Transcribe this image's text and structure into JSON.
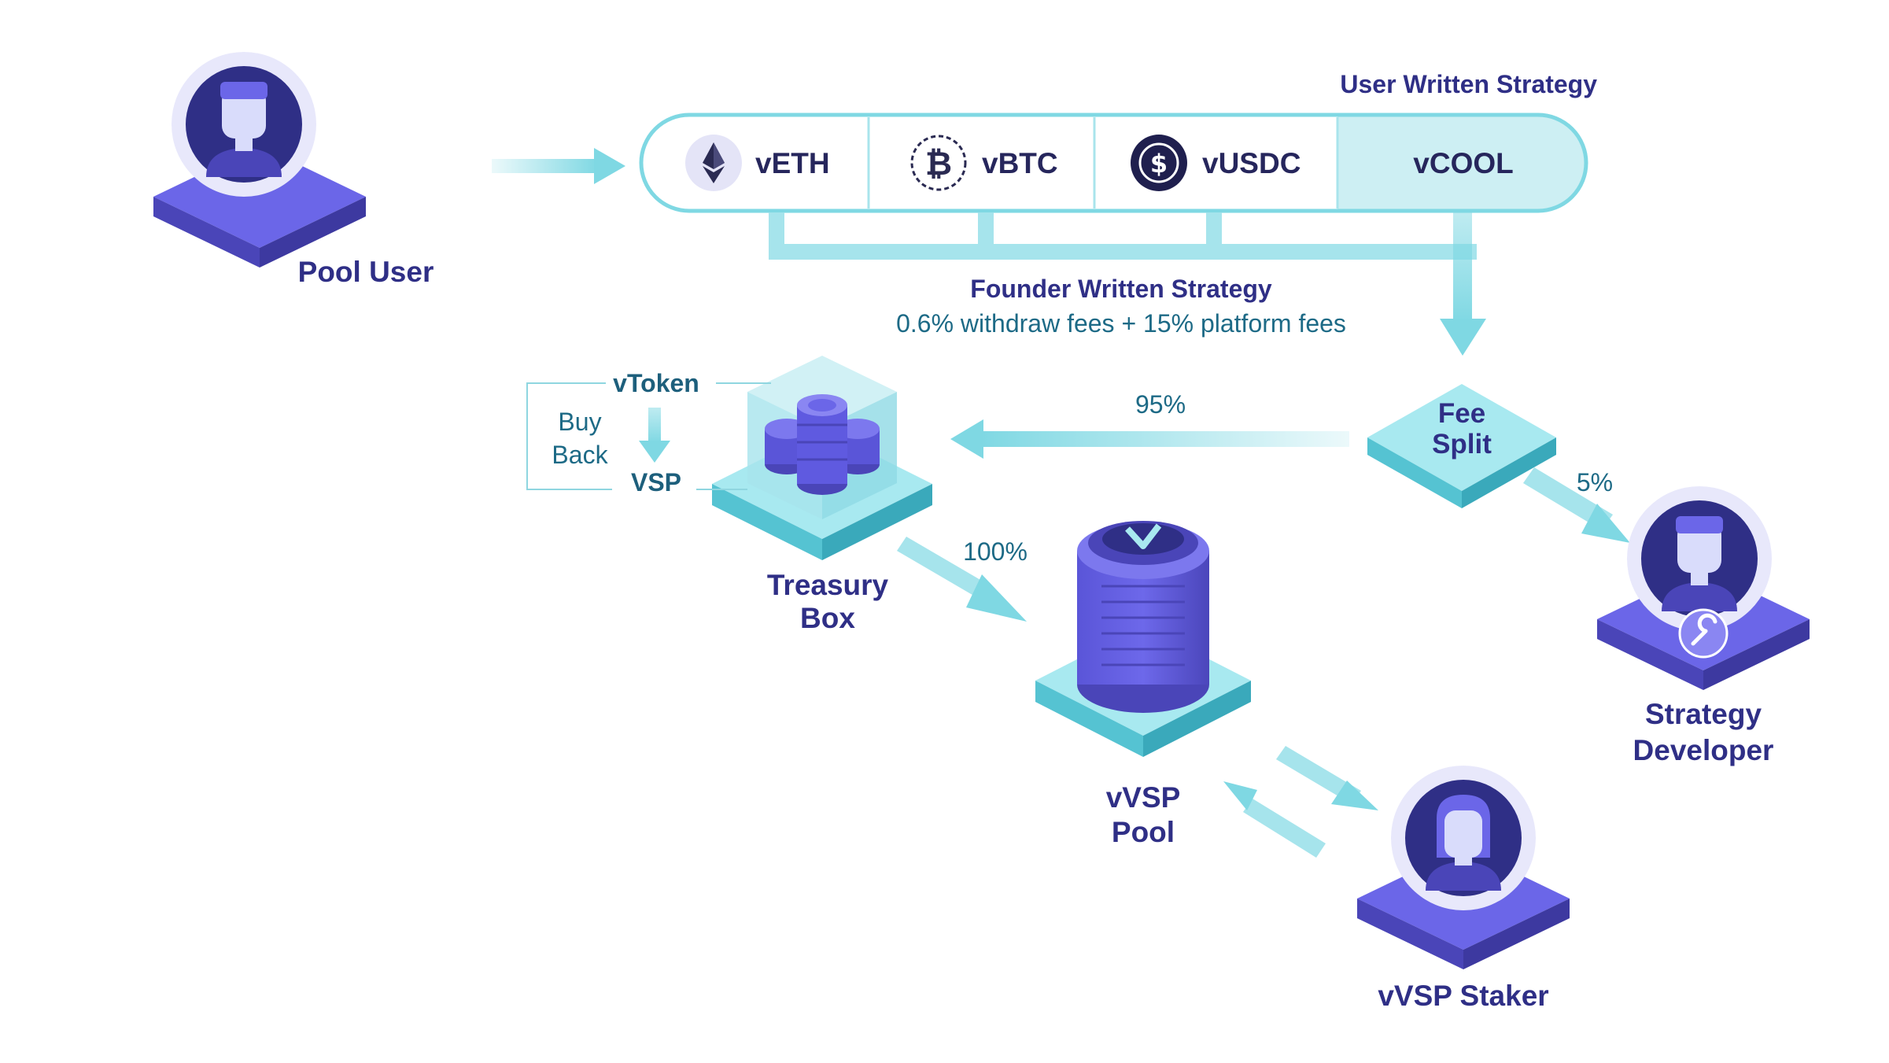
{
  "diagram": {
    "user_strategy_label": "User Written Strategy",
    "tokens": [
      {
        "label": "vETH",
        "icon": "ethereum-icon"
      },
      {
        "label": "vBTC",
        "icon": "bitcoin-icon"
      },
      {
        "label": "vUSDC",
        "icon": "usdc-icon"
      },
      {
        "label": "vCOOL",
        "icon": ""
      }
    ],
    "founder_strategy": {
      "title": "Founder Written Strategy",
      "fees": "0.6% withdraw fees + 15% platform fees"
    },
    "nodes": {
      "pool_user": "Pool User",
      "fee_split_line1": "Fee",
      "fee_split_line2": "Split",
      "treasury_line1": "Treasury",
      "treasury_line2": "Box",
      "vvsp_pool_line1": "vVSP",
      "vvsp_pool_line2": "Pool",
      "strategy_dev_line1": "Strategy",
      "strategy_dev_line2": "Developer",
      "vvsp_staker": "vVSP Staker"
    },
    "buyback": {
      "vtoken": "vToken",
      "buy": "Buy",
      "back": "Back",
      "vsp": "VSP"
    },
    "percentages": {
      "p95": "95%",
      "p5": "5%",
      "p100": "100%"
    },
    "colors": {
      "navy": "#2f2f86",
      "purple": "#6b66e8",
      "purple_dark": "#4a45b8",
      "teal": "#7fd8e3",
      "teal_light": "#cdeff3",
      "teal_text": "#1d6a86"
    }
  }
}
